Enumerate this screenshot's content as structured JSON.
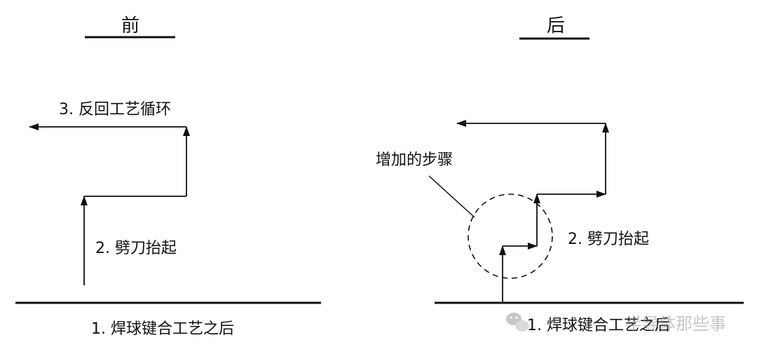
{
  "before": {
    "title": "前",
    "step1": "1. 焊球键合工艺之后",
    "step2": "2. 劈刀抬起",
    "step3": "3. 反回工艺循环"
  },
  "after": {
    "title": "后",
    "step1": "1. 焊球键合工艺之后",
    "step2": "2. 劈刀抬起",
    "added_step": "增加的步骤"
  },
  "watermark": {
    "icon": "wechat-icon",
    "text": "半导体那些事"
  }
}
